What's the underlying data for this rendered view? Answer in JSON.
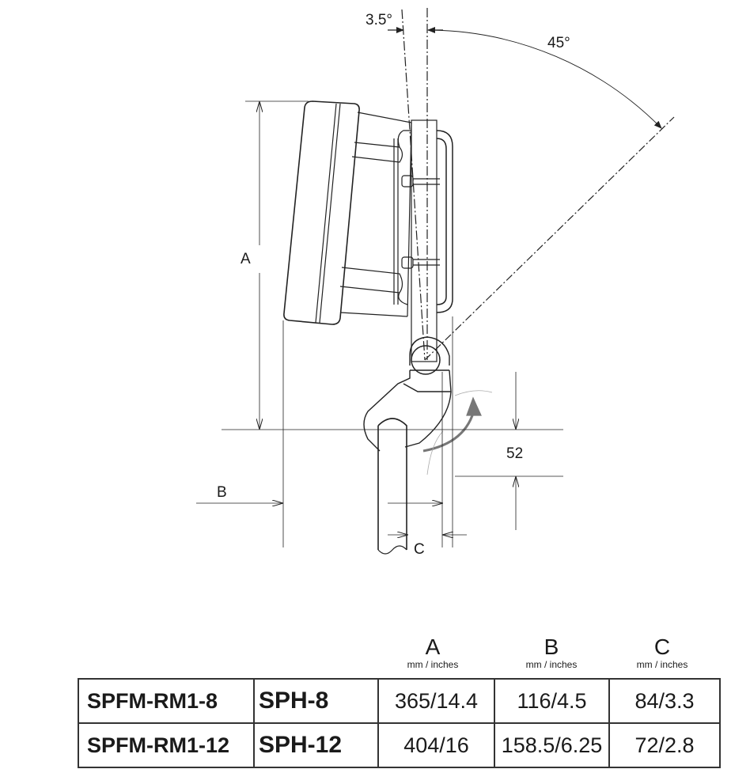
{
  "diagram": {
    "angle_tilt": "3.5°",
    "angle_swing": "45°",
    "dim_a": "A",
    "dim_b": "B",
    "dim_c": "C",
    "dim_offset": "52"
  },
  "table": {
    "columns": [
      {
        "label": "A",
        "unit": "mm / inches"
      },
      {
        "label": "B",
        "unit": "mm / inches"
      },
      {
        "label": "C",
        "unit": "mm / inches"
      }
    ],
    "rows": [
      {
        "model": "SPFM-RM1-8",
        "handset": "SPH-8",
        "a": "365/14.4",
        "b": "116/4.5",
        "c": "84/3.3"
      },
      {
        "model": "SPFM-RM1-12",
        "handset": "SPH-12",
        "a": "404/16",
        "b": "158.5/6.25",
        "c": "72/2.8"
      }
    ]
  }
}
